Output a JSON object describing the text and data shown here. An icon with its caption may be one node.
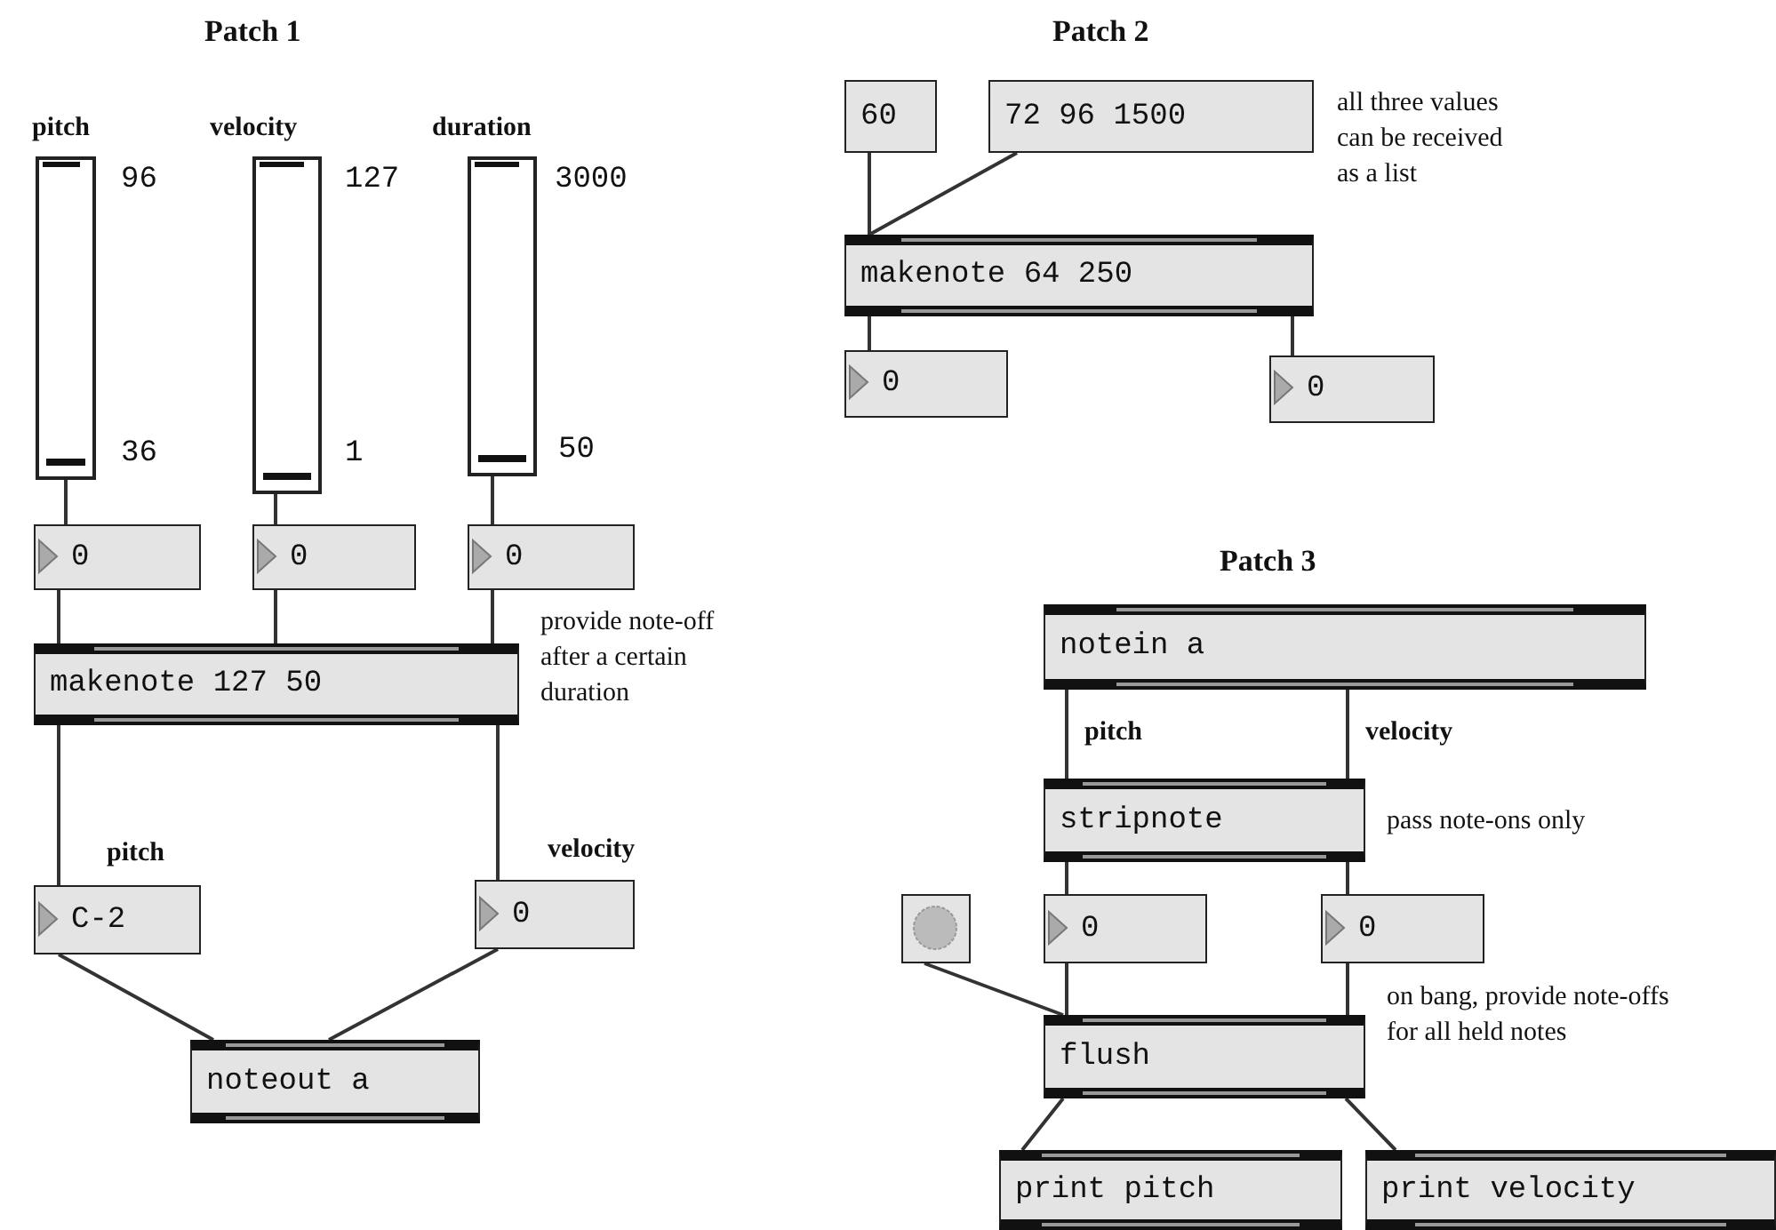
{
  "diagram": {
    "nodes": [
      {
        "text": [
          "pitch"
        ],
        "beside": [
          "96",
          "36"
        ]
      },
      {
        "text": [
          "velocity"
        ],
        "beside": [
          "127",
          "1"
        ]
      },
      {
        "text": [
          "duration"
        ],
        "beside": [
          "3000",
          "50"
        ]
      },
      {
        "text": [
          "0"
        ]
      },
      {
        "text": [
          "0"
        ]
      },
      {
        "text": [
          "0"
        ]
      },
      {
        "text": [
          "makenote 127 50"
        ],
        "beside": [
          "provide note-off after a certain duration"
        ]
      },
      {
        "text": [
          "pitch",
          "C-2"
        ]
      },
      {
        "text": [
          "velocity",
          "0"
        ]
      },
      {
        "text": [
          "noteout a"
        ]
      },
      {
        "text": [
          "60"
        ]
      },
      {
        "text": [
          "72 96 1500"
        ],
        "beside": [
          "all three values can be received as a list"
        ]
      },
      {
        "text": [
          "makenote 64 250"
        ]
      },
      {
        "text": [
          "0"
        ]
      },
      {
        "text": [
          "0"
        ]
      },
      {
        "text": [
          "notein a"
        ]
      },
      {
        "text": [
          "stripnote"
        ],
        "beside": [
          "pass note-ons only"
        ]
      },
      {
        "text": [],
        "shape": "circle"
      },
      {
        "text": [
          "0"
        ]
      },
      {
        "text": [
          "0"
        ]
      },
      {
        "text": [
          "flush"
        ],
        "beside": [
          "on bang, provide note-offs for all held notes"
        ]
      },
      {
        "text": [
          "print pitch"
        ]
      },
      {
        "text": [
          "print velocity"
        ]
      }
    ],
    "edges": [
      {
        "from": 0,
        "to": 3,
        "arrow": "none"
      },
      {
        "from": 1,
        "to": 4,
        "arrow": "none"
      },
      {
        "from": 2,
        "to": 5,
        "arrow": "none"
      },
      {
        "from": 3,
        "to": 6,
        "arrow": "none"
      },
      {
        "from": 4,
        "to": 6,
        "arrow": "none"
      },
      {
        "from": 5,
        "to": 6,
        "arrow": "none"
      },
      {
        "from": 6,
        "to": 7,
        "arrow": "none"
      },
      {
        "from": 6,
        "to": 8,
        "arrow": "none"
      },
      {
        "from": 7,
        "to": 9,
        "arrow": "none"
      },
      {
        "from": 8,
        "to": 9,
        "arrow": "none"
      },
      {
        "from": 10,
        "to": 12,
        "arrow": "none"
      },
      {
        "from": 11,
        "to": 12,
        "arrow": "none"
      },
      {
        "from": 12,
        "to": 13,
        "arrow": "none"
      },
      {
        "from": 12,
        "to": 14,
        "arrow": "none"
      },
      {
        "from": 15,
        "to": 16,
        "label": "pitch",
        "arrow": "none"
      },
      {
        "from": 15,
        "to": 16,
        "label": "velocity",
        "arrow": "none"
      },
      {
        "from": 16,
        "to": 18,
        "arrow": "none"
      },
      {
        "from": 16,
        "to": 19,
        "arrow": "none"
      },
      {
        "from": 17,
        "to": 20,
        "arrow": "none"
      },
      {
        "from": 18,
        "to": 20,
        "arrow": "none"
      },
      {
        "from": 19,
        "to": 20,
        "arrow": "none"
      },
      {
        "from": 20,
        "to": 21,
        "arrow": "none"
      },
      {
        "from": 20,
        "to": 22,
        "arrow": "none"
      }
    ],
    "labels": [
      "Patch 1",
      "Patch 2",
      "Patch 3"
    ]
  }
}
